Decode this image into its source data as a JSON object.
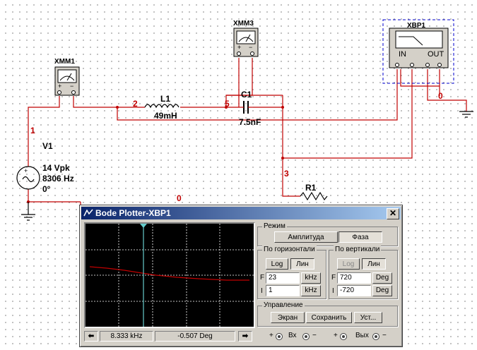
{
  "schematic": {
    "instruments": {
      "xmm1": "XMM1",
      "xmm3": "XMM3",
      "xbp1": "XBP1",
      "xbp1_in": "IN",
      "xbp1_out": "OUT",
      "plus": "+",
      "minus": "−"
    },
    "source": {
      "name": "V1",
      "amplitude": "14 Vpk",
      "frequency": "8306 Hz",
      "phase": "0°"
    },
    "inductor": {
      "name": "L1",
      "value": "49mH"
    },
    "capacitor": {
      "name": "C1",
      "value": "7.5nF"
    },
    "resistor": {
      "name": "R1"
    },
    "nodes": [
      "1",
      "2",
      "5",
      "3",
      "0",
      "0"
    ],
    "colors": {
      "wire": "#c00000",
      "node": "#c00000",
      "instrument_frame": "#0000cc"
    }
  },
  "bode": {
    "title": "Bode Plotter-XBP1",
    "close": "✕",
    "mode": {
      "label": "Режим",
      "amplitude": "Амплитуда",
      "phase": "Фаза"
    },
    "horizontal": {
      "label": "По горизонтали",
      "log": "Log",
      "lin": "Лин",
      "f_label": "F",
      "f_value": "23",
      "f_unit": "kHz",
      "i_label": "I",
      "i_value": "1",
      "i_unit": "kHz"
    },
    "vertical": {
      "label": "По вертикали",
      "log": "Log",
      "lin": "Лин",
      "f_label": "F",
      "f_value": "720",
      "f_unit": "Deg",
      "i_label": "I",
      "i_value": "-720",
      "i_unit": "Deg"
    },
    "control": {
      "label": "Управление",
      "screen": "Экран",
      "save": "Сохранить",
      "settings": "Уст..."
    },
    "status": {
      "back": "⬅",
      "frequency": "8.333 kHz",
      "phase": "-0.507 Deg",
      "forward": "➡"
    },
    "terminals": {
      "in_label": "Вх",
      "out_label": "Вых",
      "plus": "+",
      "minus": "−"
    },
    "plot_colors": {
      "background": "#000000",
      "grid": "#ffffff",
      "trace": "#c00000",
      "cursor": "#66cccc"
    }
  }
}
